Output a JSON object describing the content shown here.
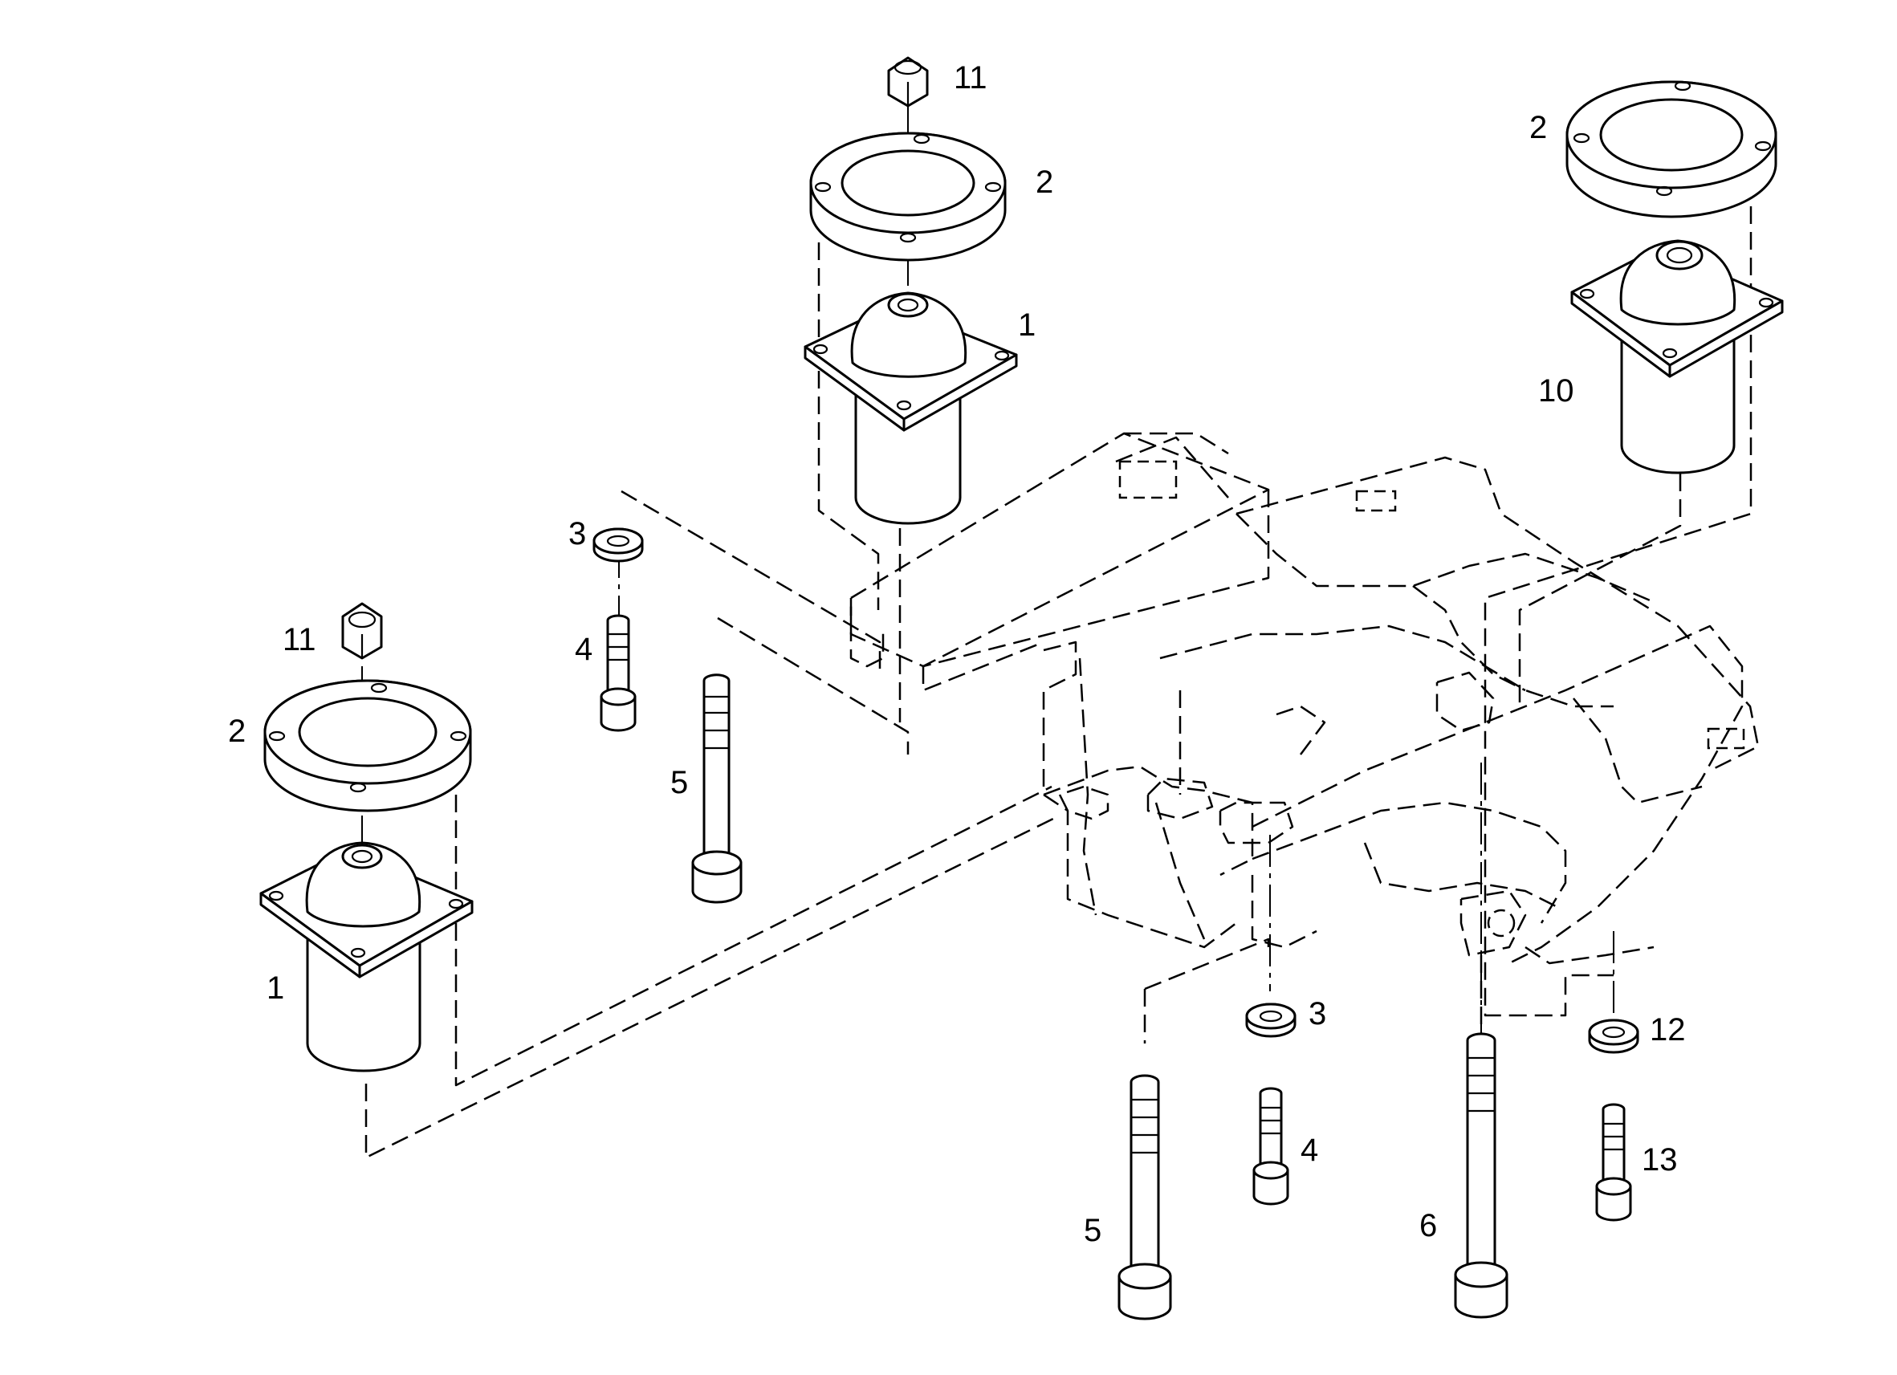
{
  "callouts": {
    "top_nut": "11",
    "top_ring": "2",
    "top_mount": "1",
    "washer_upper_left": "3",
    "screw_upper_left": "4",
    "bolt_upper_left": "5",
    "left_nut": "11",
    "left_ring": "2",
    "left_mount": "1",
    "right_ring": "2",
    "right_mount": "10",
    "washer_bottom_mid": "3",
    "screw_bottom_mid": "4",
    "bolt_bottom_mid": "5",
    "bolt_bottom_right": "6",
    "washer_bottom_right": "12",
    "screw_bottom_right": "13"
  }
}
